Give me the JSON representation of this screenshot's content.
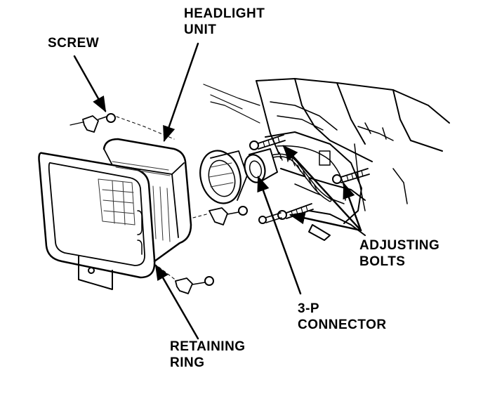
{
  "labels": {
    "headlight_unit": [
      "HEADLIGHT",
      "UNIT"
    ],
    "screw": [
      "SCREW"
    ],
    "adjusting_bolts": [
      "ADJUSTING",
      "BOLTS"
    ],
    "connector": [
      "3-P",
      "CONNECTOR"
    ],
    "retaining_ring": [
      "RETAINING",
      "RING"
    ]
  },
  "colors": {
    "ink": "#000000",
    "paper": "#ffffff"
  }
}
